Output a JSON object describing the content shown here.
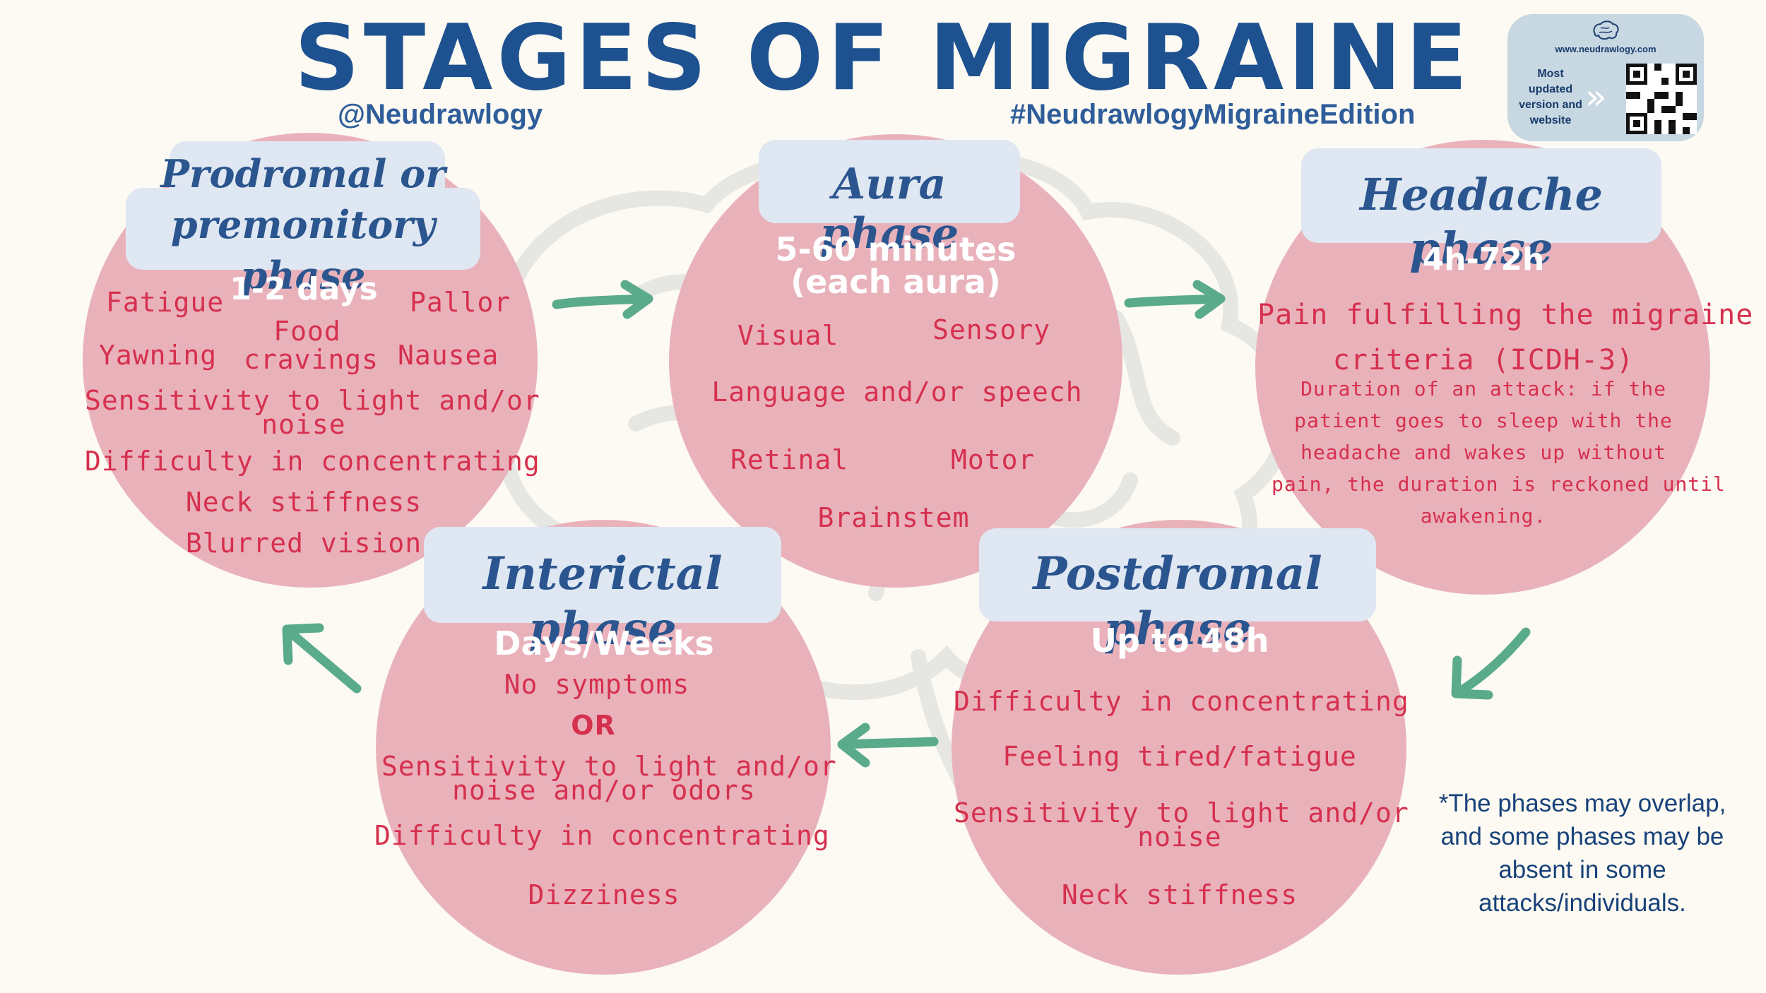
{
  "title": "STAGES OF MIGRAINE",
  "handle": "@Neudrawlogy",
  "hashtag": "#NeudrawlogyMigraineEdition",
  "qr": {
    "url": "www.neudrawlogy.com",
    "note_lines": [
      "Most",
      "updated",
      "version and",
      "website"
    ]
  },
  "phases": {
    "prodromal": {
      "label_line1": "Prodromal or",
      "label_line2": "premonitory phase",
      "duration": "1-2 days",
      "symptoms": {
        "fatigue": "Fatigue",
        "pallor": "Pallor",
        "yawning": "Yawning",
        "food_line1": "Food",
        "food_line2": "cravings",
        "nausea": "Nausea",
        "sens_line1": "Sensitivity to light and/or",
        "sens_line2": "noise",
        "concentrating": "Difficulty in concentrating",
        "neck": "Neck stiffness",
        "blurred": "Blurred vision"
      }
    },
    "aura": {
      "label": "Aura phase",
      "duration_line1": "5-60 minutes",
      "duration_line2": "(each aura)",
      "symptoms": {
        "visual": "Visual",
        "sensory": "Sensory",
        "language": "Language and/or speech",
        "retinal": "Retinal",
        "motor": "Motor",
        "brainstem": "Brainstem"
      }
    },
    "headache": {
      "label": "Headache phase",
      "duration": "4h-72h",
      "main_line1": "Pain fulfilling the migraine",
      "main_line2": "criteria (ICDH-3)",
      "detail": [
        "Duration of an attack: if the",
        "patient goes to sleep with the",
        "headache and wakes up without",
        "pain, the duration is reckoned until",
        "awakening."
      ]
    },
    "interictal": {
      "label": "Interictal phase",
      "duration": "Days/Weeks",
      "symptoms": {
        "none": "No symptoms",
        "or": "OR",
        "sens_line1": "Sensitivity to light and/or",
        "sens_line2": "noise and/or odors",
        "concentrating": "Difficulty in concentrating",
        "dizziness": "Dizziness"
      }
    },
    "postdromal": {
      "label": "Postdromal phase",
      "duration": "Up to 48h",
      "symptoms": {
        "concentrating": "Difficulty in concentrating",
        "tired": "Feeling tired/fatigue",
        "sens_line1": "Sensitivity to light and/or",
        "sens_line2": "noise",
        "neck": "Neck stiffness"
      }
    }
  },
  "footnote": [
    "*The phases may overlap,",
    "and some phases may be",
    "absent in some",
    "attacks/individuals."
  ],
  "colors": {
    "circle": "#e9b2bb",
    "label_bg": "#dfe7f2",
    "title": "#1e5190",
    "symptom_text": "#d6304f",
    "arrow": "#5aaa8c",
    "background": "#fcfaf2"
  }
}
